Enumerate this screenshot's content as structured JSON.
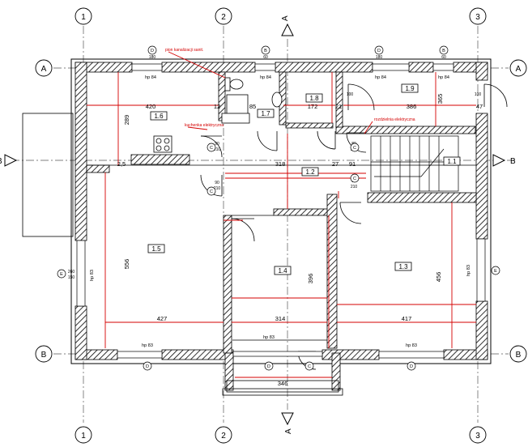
{
  "axes": {
    "vertical": [
      "1",
      "2",
      "3"
    ],
    "horizontal": [
      "A",
      "B"
    ]
  },
  "sections": {
    "vertical": "A",
    "horizontal": "B"
  },
  "rooms": [
    {
      "id": "1.1"
    },
    {
      "id": "1.2"
    },
    {
      "id": "1.3"
    },
    {
      "id": "1.4"
    },
    {
      "id": "1.5"
    },
    {
      "id": "1.6"
    },
    {
      "id": "1.7"
    },
    {
      "id": "1.8"
    },
    {
      "id": "1.9"
    }
  ],
  "dimensions": {
    "d420": "420",
    "d172": "172",
    "d386": "386",
    "d427": "427",
    "d314": "314",
    "d417": "417",
    "d346": "346",
    "d289": "289",
    "d556": "556",
    "d396": "396",
    "d456": "456",
    "d318": "318",
    "d365": "365",
    "d2_5": "2,5",
    "d27": "27",
    "d91": "91",
    "d21": "21",
    "d12": "12",
    "d85": "85",
    "d47": "47"
  },
  "window_labels": {
    "top": "hp 84",
    "bottom": "hp 83",
    "side": "hp 83"
  },
  "window_sizes": {
    "w180": "180",
    "w150": "150",
    "w100": "100",
    "w60": "60",
    "w80": "80",
    "w90": "90",
    "w210": "210",
    "w260": "260"
  },
  "door_markers": [
    "D",
    "C",
    "B",
    "E"
  ],
  "annotations": {
    "ventilation": "pion kanalizacji sanit.",
    "kitchen": "kuchenka elektryczna",
    "electric": "rozdzielnia elektryczna"
  }
}
